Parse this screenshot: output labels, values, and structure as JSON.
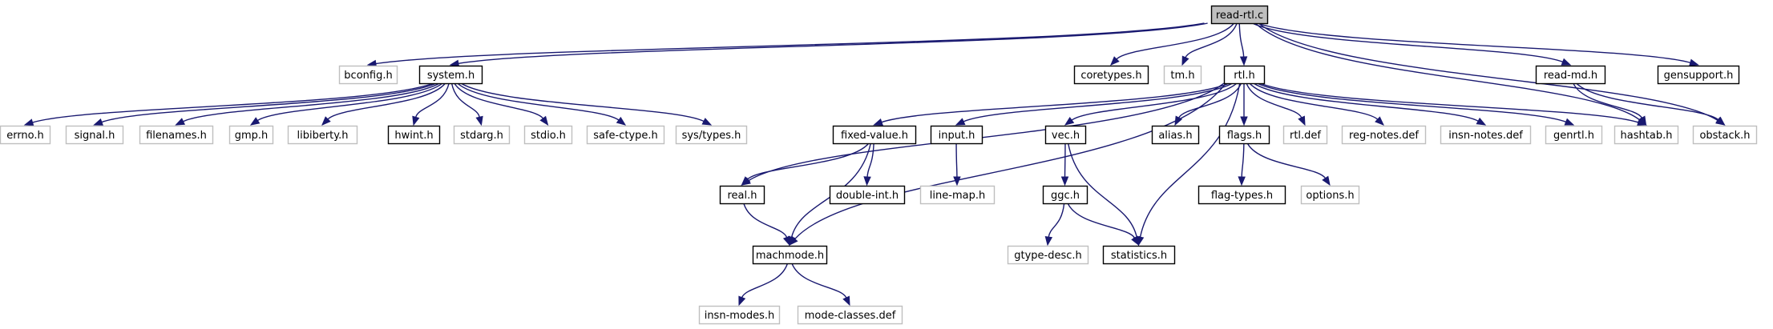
{
  "graph": {
    "root": "read-rtl.c",
    "nodes": [
      {
        "id": "read_rtl_c",
        "label": "read-rtl.c",
        "style": "root"
      },
      {
        "id": "bconfig_h",
        "label": "bconfig.h",
        "style": "ghost"
      },
      {
        "id": "system_h",
        "label": "system.h",
        "style": "solid"
      },
      {
        "id": "coretypes_h",
        "label": "coretypes.h",
        "style": "solid"
      },
      {
        "id": "tm_h",
        "label": "tm.h",
        "style": "ghost"
      },
      {
        "id": "rtl_h",
        "label": "rtl.h",
        "style": "solid"
      },
      {
        "id": "read_md_h",
        "label": "read-md.h",
        "style": "solid"
      },
      {
        "id": "gensupport_h",
        "label": "gensupport.h",
        "style": "solid"
      },
      {
        "id": "errno_h",
        "label": "errno.h",
        "style": "ghost"
      },
      {
        "id": "signal_h",
        "label": "signal.h",
        "style": "ghost"
      },
      {
        "id": "filenames_h",
        "label": "filenames.h",
        "style": "ghost"
      },
      {
        "id": "gmp_h",
        "label": "gmp.h",
        "style": "ghost"
      },
      {
        "id": "libiberty_h",
        "label": "libiberty.h",
        "style": "ghost"
      },
      {
        "id": "hwint_h",
        "label": "hwint.h",
        "style": "solid"
      },
      {
        "id": "stdarg_h",
        "label": "stdarg.h",
        "style": "ghost"
      },
      {
        "id": "stdio_h",
        "label": "stdio.h",
        "style": "ghost"
      },
      {
        "id": "safe_ctype_h",
        "label": "safe-ctype.h",
        "style": "ghost"
      },
      {
        "id": "sys_types_h",
        "label": "sys/types.h",
        "style": "ghost"
      },
      {
        "id": "fixed_value_h",
        "label": "fixed-value.h",
        "style": "solid"
      },
      {
        "id": "input_h",
        "label": "input.h",
        "style": "solid"
      },
      {
        "id": "vec_h",
        "label": "vec.h",
        "style": "solid"
      },
      {
        "id": "alias_h",
        "label": "alias.h",
        "style": "solid"
      },
      {
        "id": "flags_h",
        "label": "flags.h",
        "style": "solid"
      },
      {
        "id": "rtl_def",
        "label": "rtl.def",
        "style": "ghost"
      },
      {
        "id": "reg_notes_def",
        "label": "reg-notes.def",
        "style": "ghost"
      },
      {
        "id": "insn_notes_def",
        "label": "insn-notes.def",
        "style": "ghost"
      },
      {
        "id": "genrtl_h",
        "label": "genrtl.h",
        "style": "ghost"
      },
      {
        "id": "hashtab_h",
        "label": "hashtab.h",
        "style": "ghost"
      },
      {
        "id": "obstack_h",
        "label": "obstack.h",
        "style": "ghost"
      },
      {
        "id": "real_h",
        "label": "real.h",
        "style": "solid"
      },
      {
        "id": "double_int_h",
        "label": "double-int.h",
        "style": "solid"
      },
      {
        "id": "line_map_h",
        "label": "line-map.h",
        "style": "ghost"
      },
      {
        "id": "ggc_h",
        "label": "ggc.h",
        "style": "solid"
      },
      {
        "id": "flag_types_h",
        "label": "flag-types.h",
        "style": "solid"
      },
      {
        "id": "options_h",
        "label": "options.h",
        "style": "ghost"
      },
      {
        "id": "machmode_h",
        "label": "machmode.h",
        "style": "solid"
      },
      {
        "id": "gtype_desc_h",
        "label": "gtype-desc.h",
        "style": "ghost"
      },
      {
        "id": "statistics_h",
        "label": "statistics.h",
        "style": "solid"
      },
      {
        "id": "insn_modes_h",
        "label": "insn-modes.h",
        "style": "ghost"
      },
      {
        "id": "mode_classes_def",
        "label": "mode-classes.def",
        "style": "ghost"
      }
    ],
    "edges": [
      [
        "read_rtl_c",
        "bconfig_h"
      ],
      [
        "read_rtl_c",
        "system_h"
      ],
      [
        "read_rtl_c",
        "coretypes_h"
      ],
      [
        "read_rtl_c",
        "tm_h"
      ],
      [
        "read_rtl_c",
        "rtl_h"
      ],
      [
        "read_rtl_c",
        "hashtab_h"
      ],
      [
        "read_rtl_c",
        "obstack_h"
      ],
      [
        "read_rtl_c",
        "read_md_h"
      ],
      [
        "read_rtl_c",
        "gensupport_h"
      ],
      [
        "system_h",
        "errno_h"
      ],
      [
        "system_h",
        "signal_h"
      ],
      [
        "system_h",
        "filenames_h"
      ],
      [
        "system_h",
        "gmp_h"
      ],
      [
        "system_h",
        "libiberty_h"
      ],
      [
        "system_h",
        "hwint_h"
      ],
      [
        "system_h",
        "stdarg_h"
      ],
      [
        "system_h",
        "stdio_h"
      ],
      [
        "system_h",
        "safe_ctype_h"
      ],
      [
        "system_h",
        "sys_types_h"
      ],
      [
        "rtl_h",
        "real_h"
      ],
      [
        "rtl_h",
        "fixed_value_h"
      ],
      [
        "rtl_h",
        "input_h"
      ],
      [
        "rtl_h",
        "machmode_h"
      ],
      [
        "rtl_h",
        "vec_h"
      ],
      [
        "rtl_h",
        "statistics_h"
      ],
      [
        "rtl_h",
        "alias_h"
      ],
      [
        "rtl_h",
        "flags_h"
      ],
      [
        "rtl_h",
        "rtl_def"
      ],
      [
        "rtl_h",
        "reg_notes_def"
      ],
      [
        "rtl_h",
        "insn_notes_def"
      ],
      [
        "rtl_h",
        "genrtl_h"
      ],
      [
        "rtl_h",
        "hashtab_h"
      ],
      [
        "read_md_h",
        "hashtab_h"
      ],
      [
        "read_md_h",
        "obstack_h"
      ],
      [
        "fixed_value_h",
        "real_h"
      ],
      [
        "fixed_value_h",
        "double_int_h"
      ],
      [
        "fixed_value_h",
        "machmode_h"
      ],
      [
        "real_h",
        "machmode_h"
      ],
      [
        "input_h",
        "line_map_h"
      ],
      [
        "vec_h",
        "ggc_h"
      ],
      [
        "vec_h",
        "statistics_h"
      ],
      [
        "ggc_h",
        "gtype_desc_h"
      ],
      [
        "ggc_h",
        "statistics_h"
      ],
      [
        "flags_h",
        "flag_types_h"
      ],
      [
        "flags_h",
        "options_h"
      ],
      [
        "machmode_h",
        "insn_modes_h"
      ],
      [
        "machmode_h",
        "mode_classes_def"
      ]
    ]
  }
}
